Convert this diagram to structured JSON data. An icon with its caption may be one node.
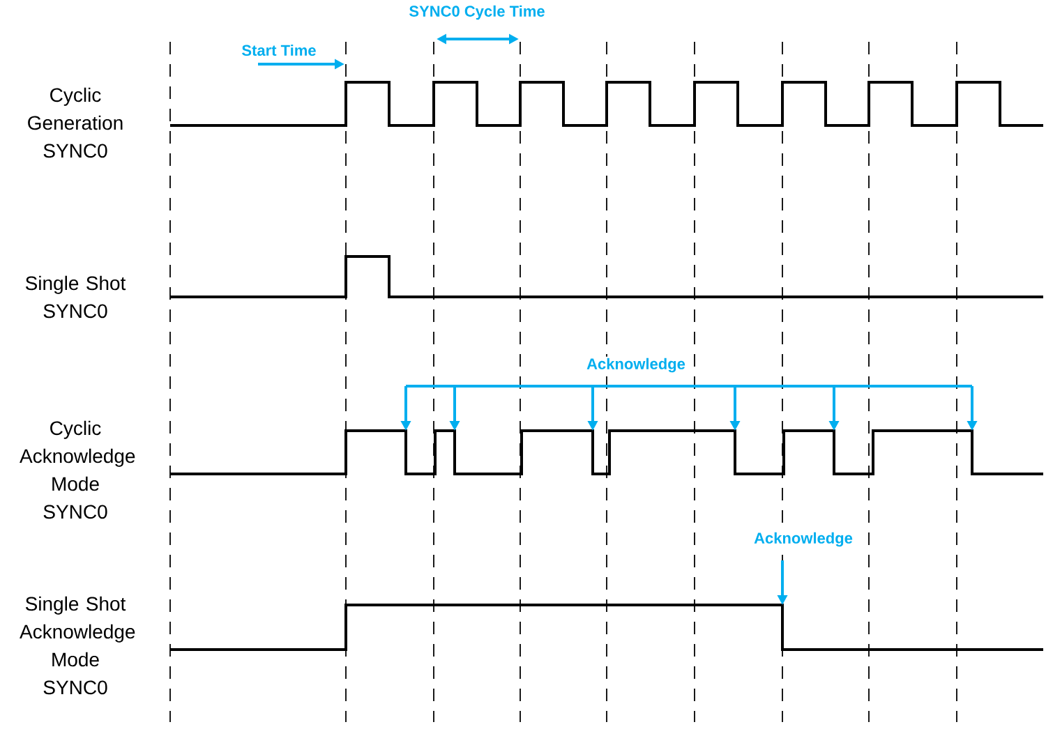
{
  "diagram": {
    "labels": [
      "SYNC0 Cycle Time",
      "Start Time",
      "Cyclic Generation SYNC0",
      "Single Shot SYNC0",
      "Acknowledge",
      "Cyclic Acknowledge Mode SYNC0",
      "Acknowledge",
      "Single Shot Acknowledge Mode SYNC0"
    ]
  }
}
